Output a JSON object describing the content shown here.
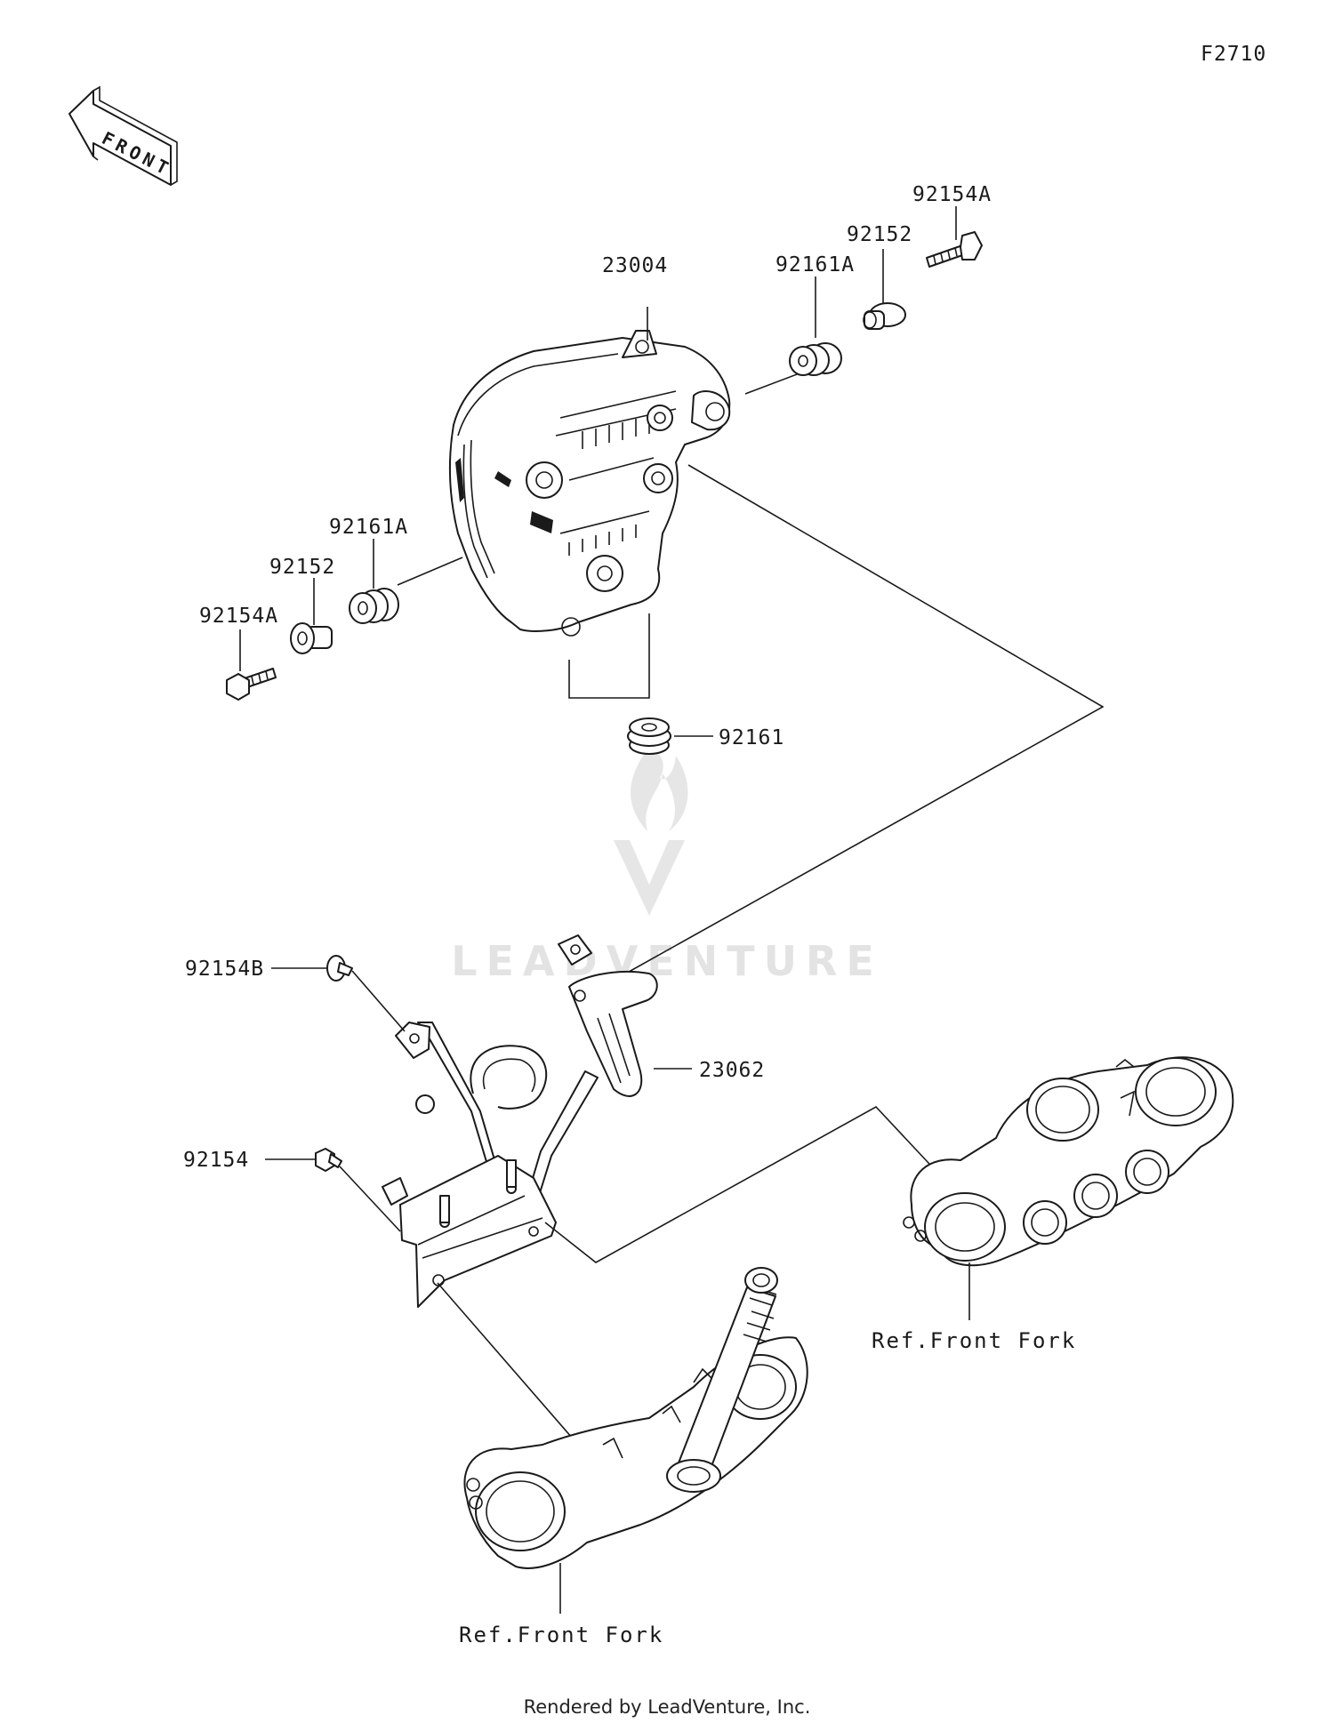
{
  "diagram_code": "F2710",
  "front_arrow_label": "FRONT",
  "watermark": {
    "brand_text": "LEADVENTURE",
    "logo": "flame-v-logo"
  },
  "callouts": {
    "headlight": "23004",
    "grommet_right": "92161A",
    "collar_right": "92152",
    "bolt_right": "92154A",
    "grommet_left": "92161A",
    "collar_left": "92152",
    "bolt_left": "92154A",
    "grommet_bottom": "92161",
    "bolt_b": "92154B",
    "bracket": "23062",
    "bolt_small": "92154"
  },
  "references": {
    "upper_fork": "Ref.Front Fork",
    "lower_fork": "Ref.Front Fork"
  },
  "footer": "Rendered by LeadVenture, Inc."
}
